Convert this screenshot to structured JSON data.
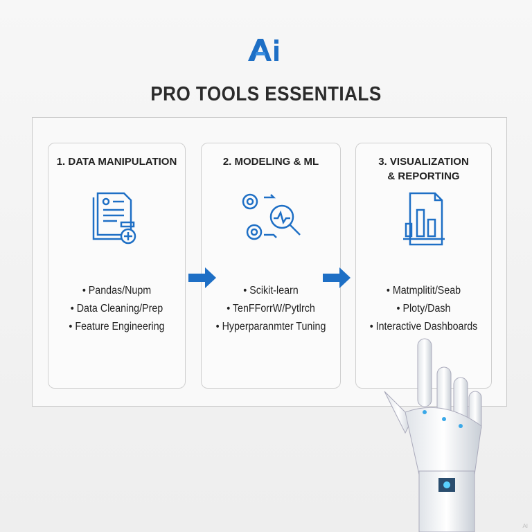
{
  "logo": {
    "text": "Ai",
    "color": "#1e6fc5"
  },
  "title": "PRO TOOLS ESSENTIALS",
  "cards": [
    {
      "title": "1. DATA MANIPULATION",
      "icon": "document-database-icon",
      "items": [
        "Pandas/Nupm",
        "Data Cleaning/Prep",
        "Feature Engineering"
      ]
    },
    {
      "title": "2. MODELING & ML",
      "icon": "gears-magnifier-icon",
      "items": [
        "Scikit-learn",
        "TenFForrW/Pytlrch",
        "Hyperparanmter Tuning"
      ]
    },
    {
      "title": "3. VISUALIZATION & REPORTING",
      "icon": "bar-chart-report-icon",
      "items": [
        "Matmplitit/Seab",
        "Ploty/Dash",
        "Interactive Dashboards"
      ]
    }
  ],
  "accent": "#1e6fc5",
  "watermark": "AI"
}
